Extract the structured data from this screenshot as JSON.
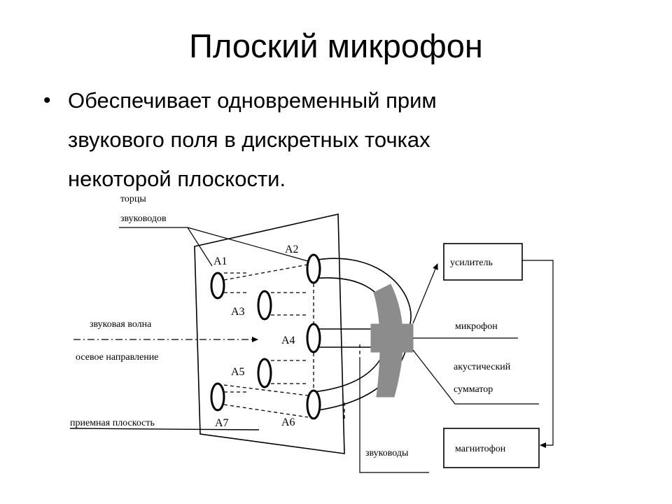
{
  "title": "Плоский микрофон",
  "bullet": {
    "lines": [
      "Обеспечивает одновременный прим",
      "звукового поля в дискретных точках",
      "некоторой плоскости."
    ]
  },
  "diagram": {
    "labels": {
      "end_faces_line1": "торцы",
      "end_faces_line2": "звуководов",
      "sound_wave": "звуковая волна",
      "axial_direction": "осевое направление",
      "receiving_plane": "приемная плоскость",
      "amplifier": "усилитель",
      "microphone": "микрофон",
      "acoustic_adder_line1": "акустический",
      "acoustic_adder_line2": "сумматор",
      "tape_recorder": "магнитофон",
      "sound_guides": "звуководы"
    },
    "apertures": [
      "A1",
      "A2",
      "A3",
      "A4",
      "A5",
      "A6",
      "A7"
    ],
    "colors": {
      "adder_fill": "#8c8c8c",
      "stroke": "#000000"
    }
  }
}
